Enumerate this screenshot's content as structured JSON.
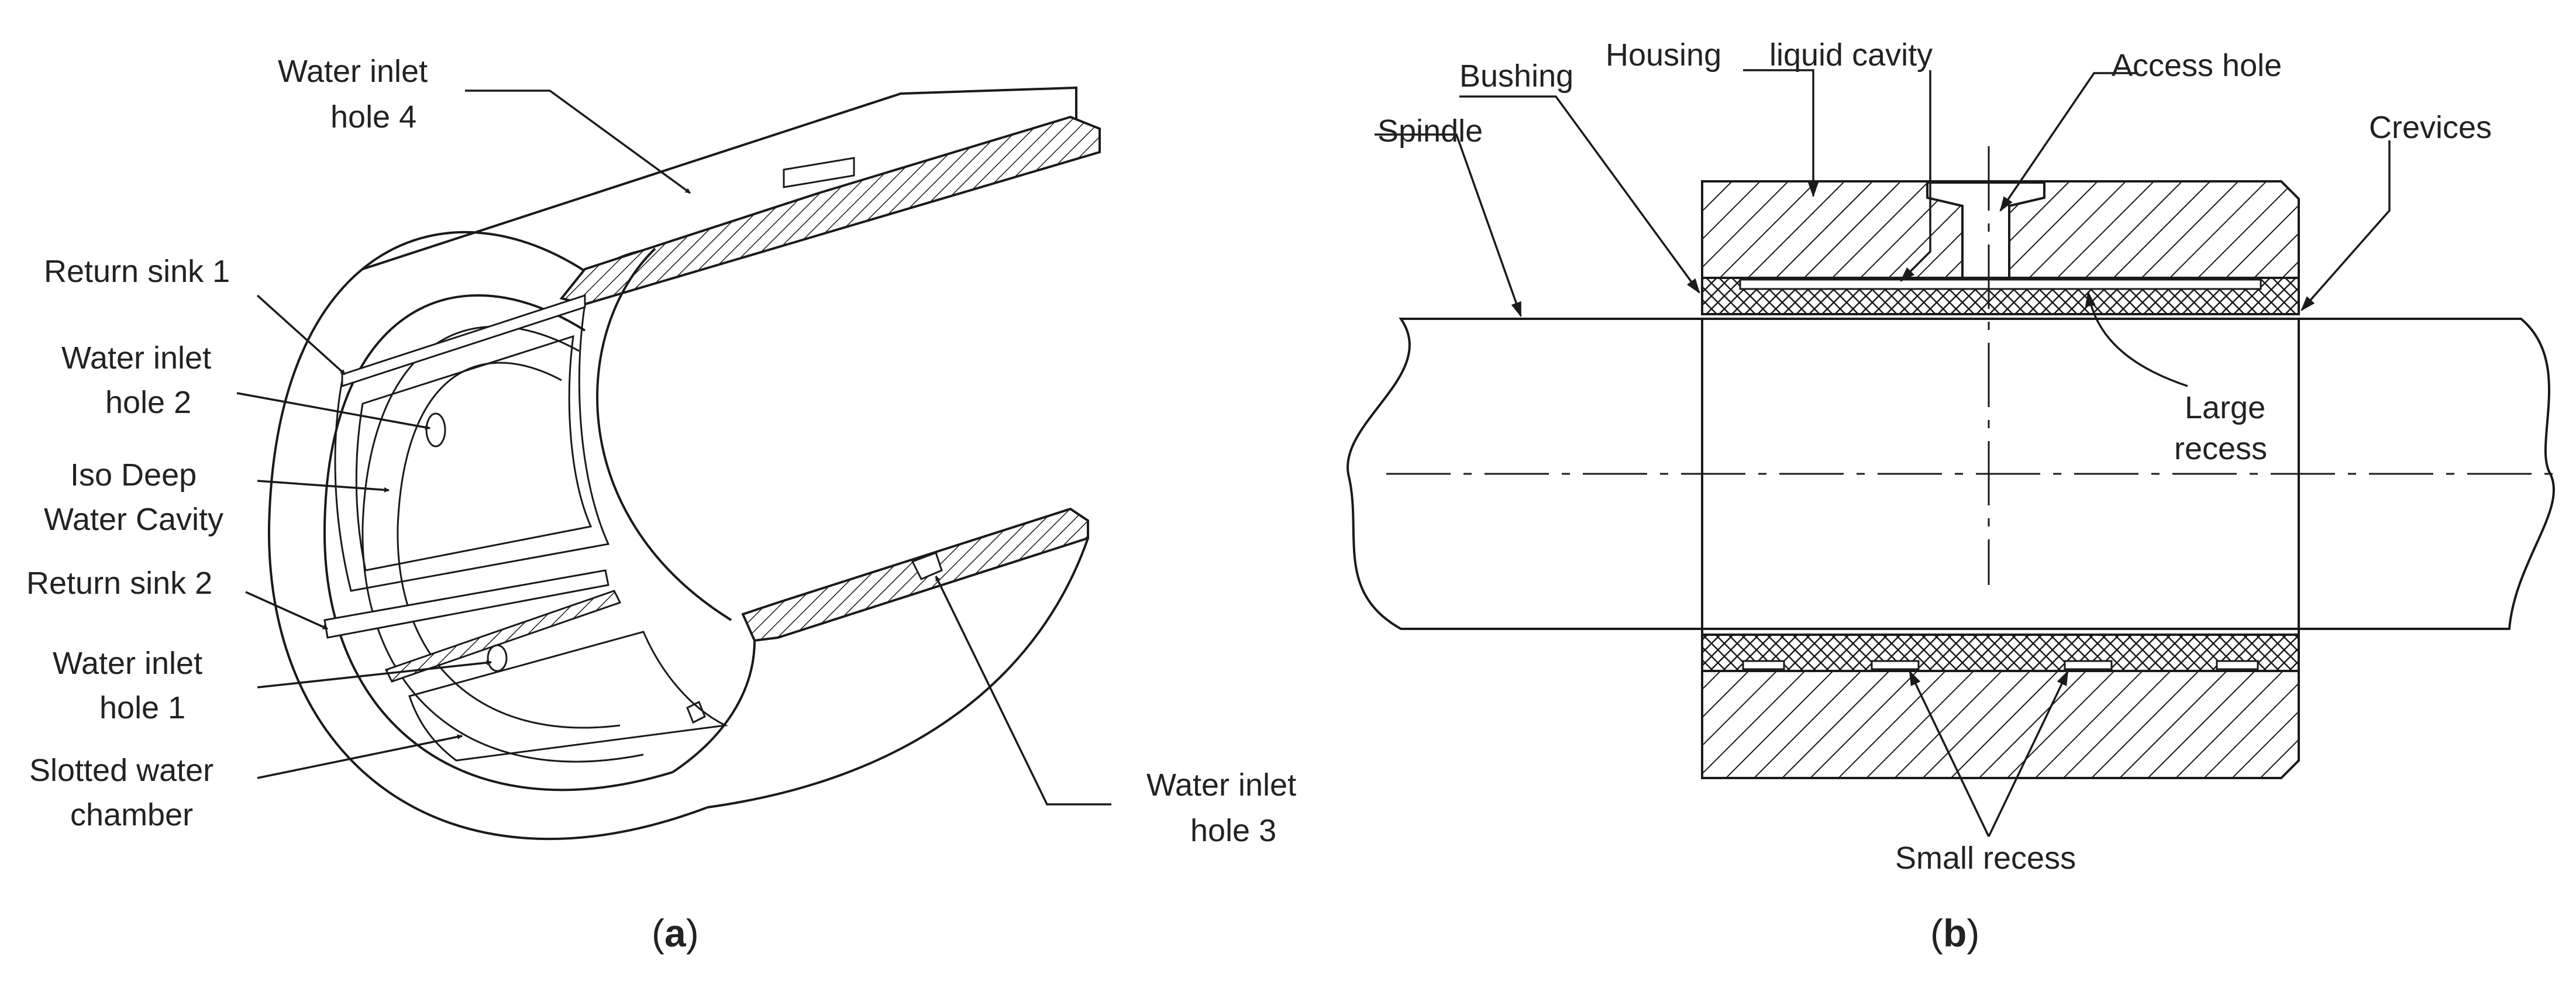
{
  "panel_a": {
    "caption_letter": "a",
    "labels": {
      "water_inlet_hole_4_l1": "Water inlet",
      "water_inlet_hole_4_l2": "hole 4",
      "return_sink_1": "Return sink 1",
      "water_inlet_hole_2_l1": "Water inlet",
      "water_inlet_hole_2_l2": "hole 2",
      "iso_deep_l1": "Iso Deep",
      "iso_deep_l2": "Water Cavity",
      "return_sink_2": "Return sink 2",
      "water_inlet_hole_1_l1": "Water inlet",
      "water_inlet_hole_1_l2": "hole 1",
      "slotted_l1": "Slotted water",
      "slotted_l2": "chamber",
      "water_inlet_hole_3_l1": "Water inlet",
      "water_inlet_hole_3_l2": "hole 3"
    }
  },
  "panel_b": {
    "caption_letter": "b",
    "labels": {
      "bushing": "Bushing",
      "housing": "Housing",
      "liquid_cavity": "liquid cavity",
      "access_hole": "Access hole",
      "spindle": "Spindle",
      "crevices": "Crevices",
      "large_recess_l1": "Large",
      "large_recess_l2": "recess",
      "small_recess": "Small recess"
    }
  }
}
